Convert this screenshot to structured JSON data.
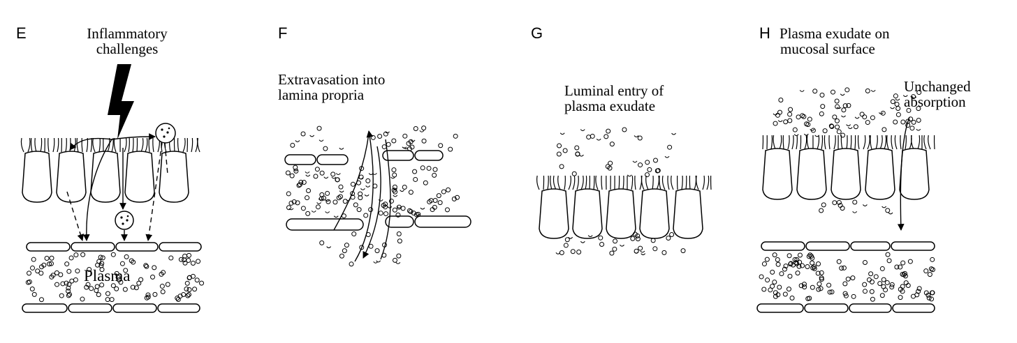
{
  "panels": [
    {
      "letter": "E",
      "labels": {
        "challenge_line1": "Inflammatory",
        "challenge_line2": "challenges",
        "plasma": "Plasma"
      }
    },
    {
      "letter": "F",
      "labels": {
        "line1": "Extravasation into",
        "line2": "lamina propria"
      }
    },
    {
      "letter": "G",
      "labels": {
        "line1": "Luminal entry of",
        "line2": "plasma exudate"
      }
    },
    {
      "letter": "H",
      "labels": {
        "title_line1": "Plasma exudate on",
        "title_line2": "mucosal surface",
        "absorption_line1": "Unchanged",
        "absorption_line2": "absorption"
      }
    }
  ],
  "colors": {
    "ink": "#000000",
    "paper": "#ffffff"
  }
}
